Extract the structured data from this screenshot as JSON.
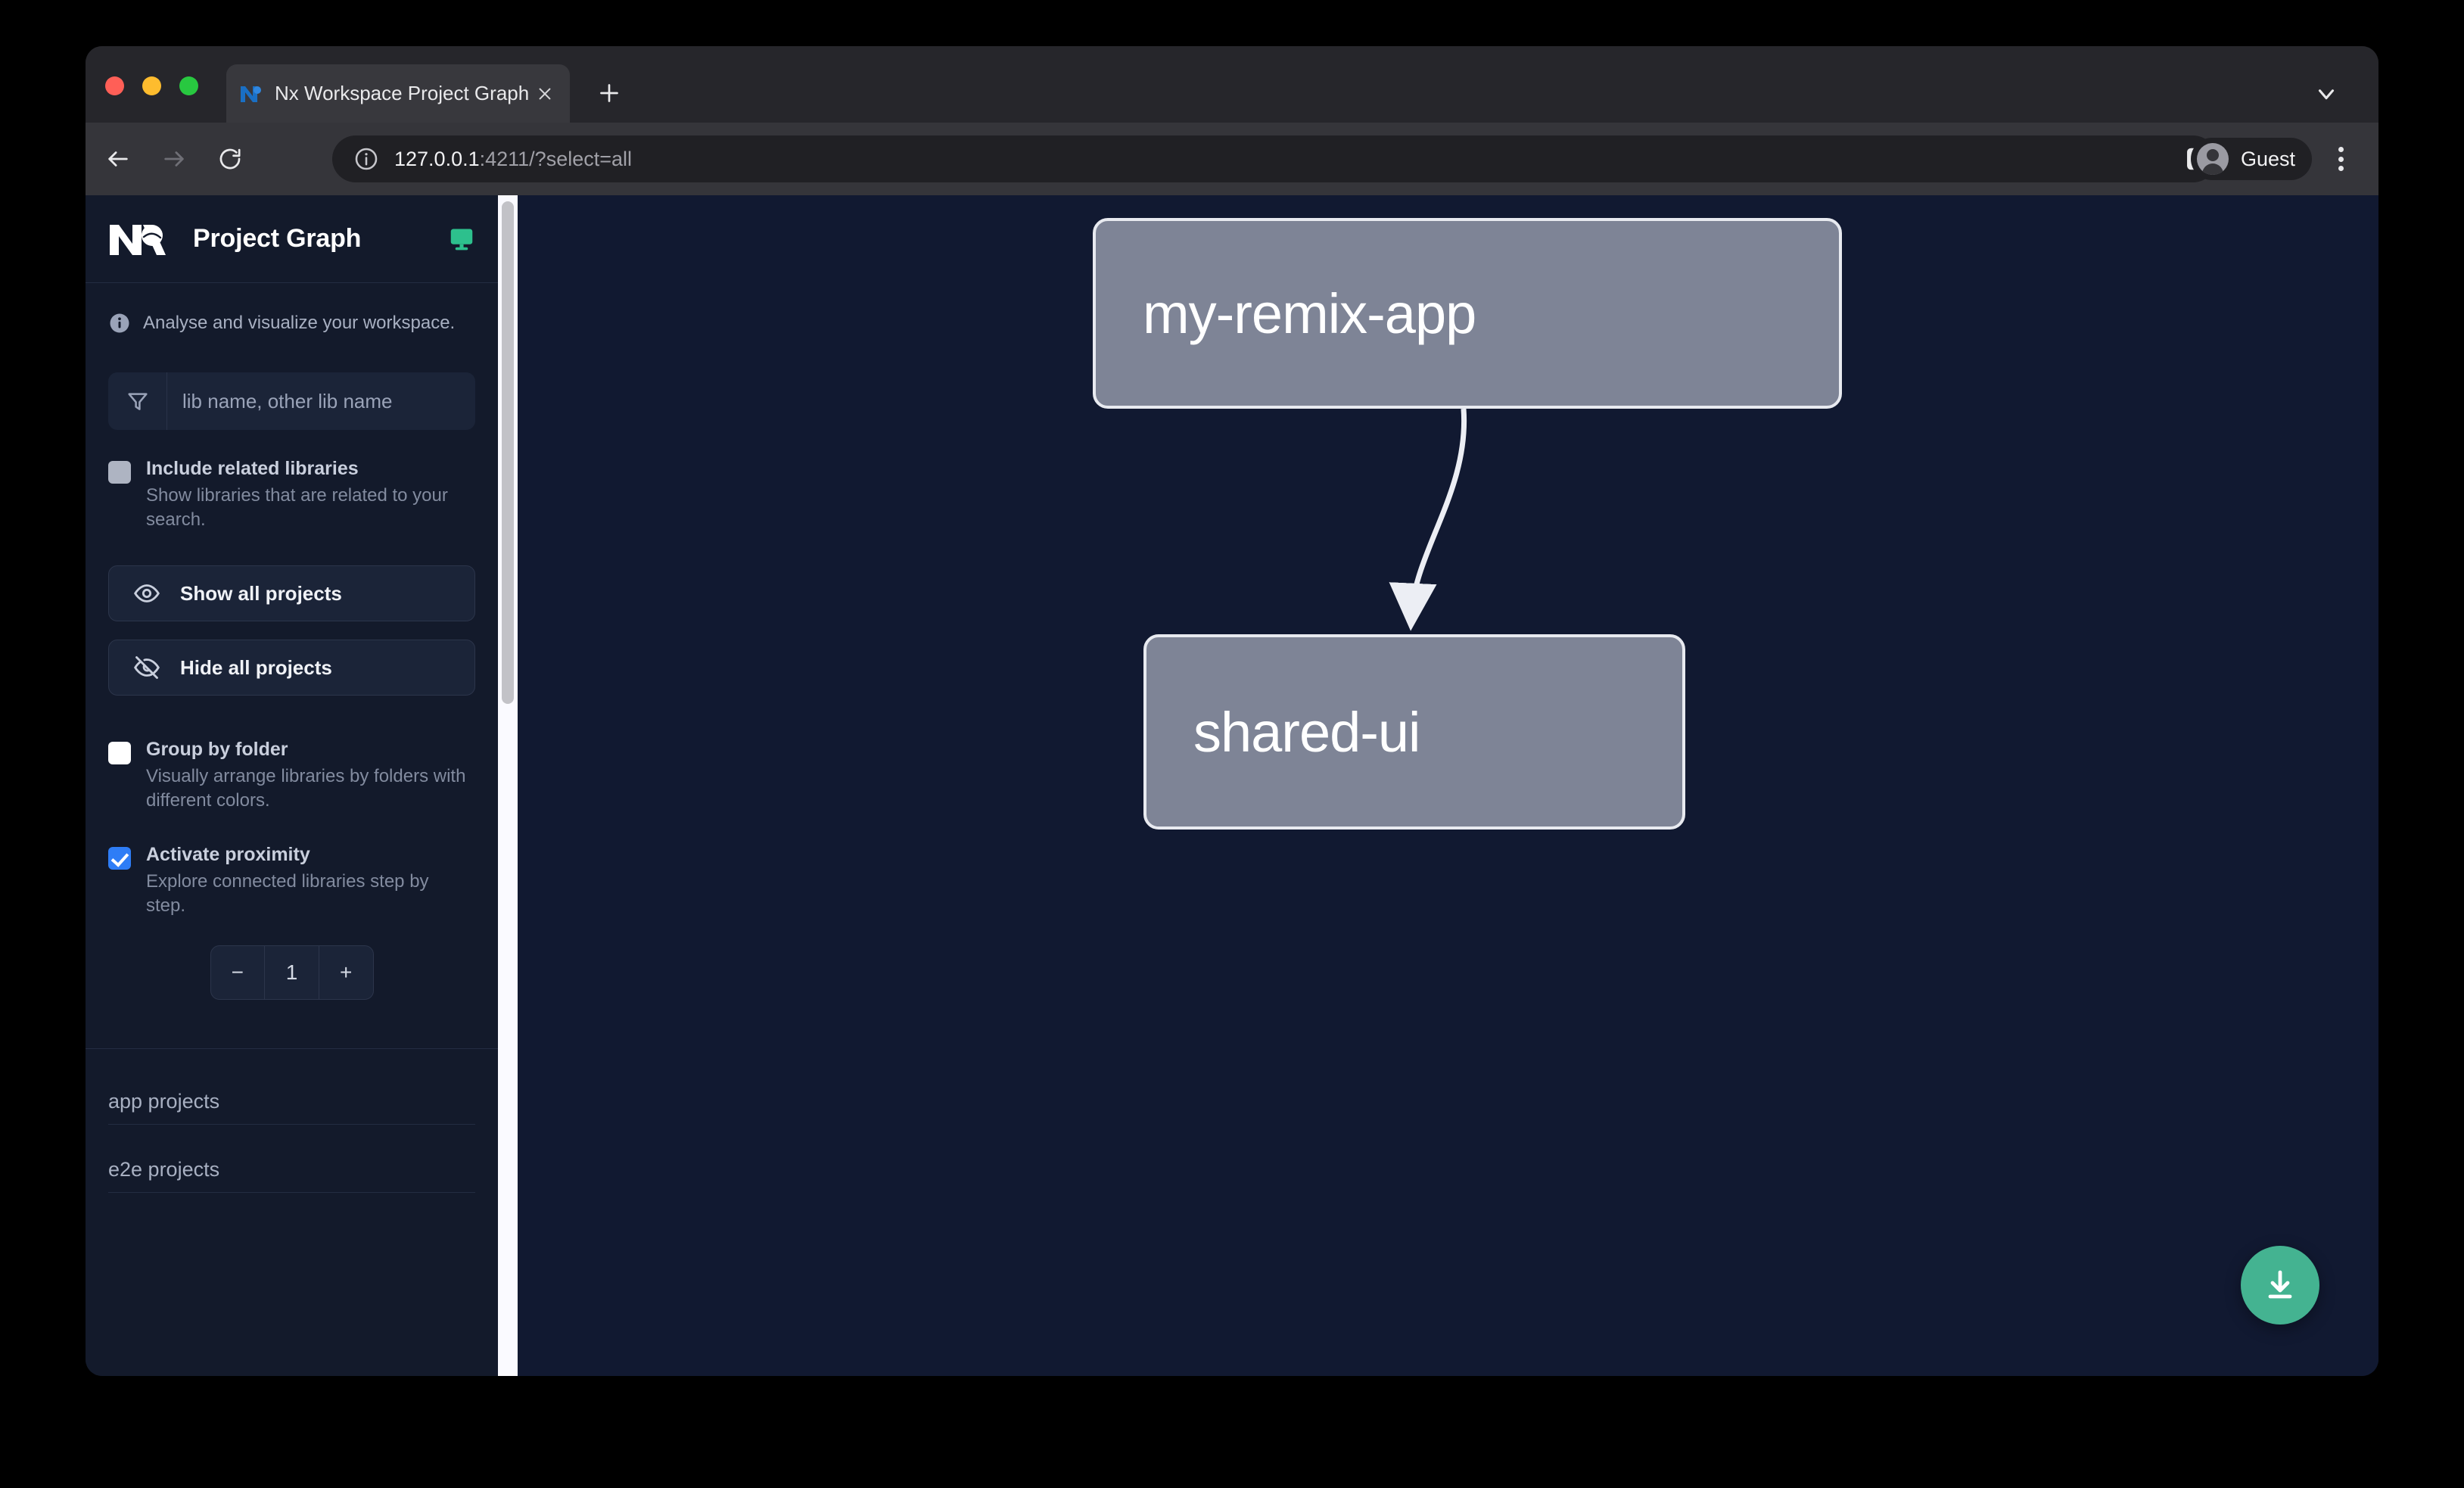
{
  "browser": {
    "tab": {
      "title": "Nx Workspace Project Graph",
      "favicon_icon": "nx-favicon-icon",
      "close_icon": "close-icon"
    },
    "new_tab_icon": "plus-icon",
    "tabstrip_chevron_icon": "chevron-down-icon",
    "toolbar": {
      "back_icon": "arrow-left-icon",
      "forward_icon": "arrow-right-icon",
      "reload_icon": "reload-icon",
      "site_info_icon": "info-circle-icon",
      "url_host": "127.0.0.1",
      "url_rest": ":4211/?select=all",
      "url_full": "127.0.0.1:4211/?select=all",
      "sidepanel_icon": "side-panel-icon",
      "profile_label": "Guest",
      "profile_avatar_icon": "user-avatar-icon",
      "menu_icon": "kebab-menu-icon"
    },
    "window_controls": {
      "close": "close-traffic-light",
      "minimize": "minimize-traffic-light",
      "maximize": "maximize-traffic-light"
    }
  },
  "sidebar": {
    "logo_icon": "nx-logo-icon",
    "title": "Project Graph",
    "monitor_icon": "monitor-icon",
    "info_icon": "info-circle-icon",
    "tagline": "Analyse and visualize your workspace.",
    "filter": {
      "icon": "filter-funnel-icon",
      "value": "",
      "placeholder": "lib name, other lib name"
    },
    "options": [
      {
        "id": "include-related-libraries",
        "label": "Include related libraries",
        "description": "Show libraries that are related to your search.",
        "checked": false,
        "checkbox_style": "grey"
      },
      {
        "id": "group-by-folder",
        "label": "Group by folder",
        "description": "Visually arrange libraries by folders with different colors.",
        "checked": false,
        "checkbox_style": "white"
      },
      {
        "id": "activate-proximity",
        "label": "Activate proximity",
        "description": "Explore connected libraries step by step.",
        "checked": true,
        "checkbox_style": "blue"
      }
    ],
    "buttons": {
      "show_all": {
        "label": "Show all projects",
        "icon": "eye-icon"
      },
      "hide_all": {
        "label": "Hide all projects",
        "icon": "eye-off-icon"
      }
    },
    "proximity_stepper": {
      "decrement_label": "−",
      "value": "1",
      "increment_label": "+"
    },
    "sections": [
      {
        "id": "app-projects",
        "label": "app projects"
      },
      {
        "id": "e2e-projects",
        "label": "e2e projects"
      }
    ],
    "scrollbar": {
      "name": "sidebar-scrollbar"
    }
  },
  "graph": {
    "nodes": [
      {
        "id": "my-remix-app",
        "label": "my-remix-app"
      },
      {
        "id": "shared-ui",
        "label": "shared-ui"
      }
    ],
    "edges": [
      {
        "from": "my-remix-app",
        "to": "shared-ui"
      }
    ],
    "download_button": {
      "icon": "download-icon",
      "color": "#44b391"
    }
  },
  "colors": {
    "page_background": "#0f1629",
    "sidebar_background": "#131a2b",
    "canvas_background": "#111931",
    "node_fill": "#7e8496",
    "node_border": "#e8eaf0",
    "accent_green": "#2dc08d",
    "accent_blue": "#2e7df6",
    "fab_green": "#44b391"
  }
}
